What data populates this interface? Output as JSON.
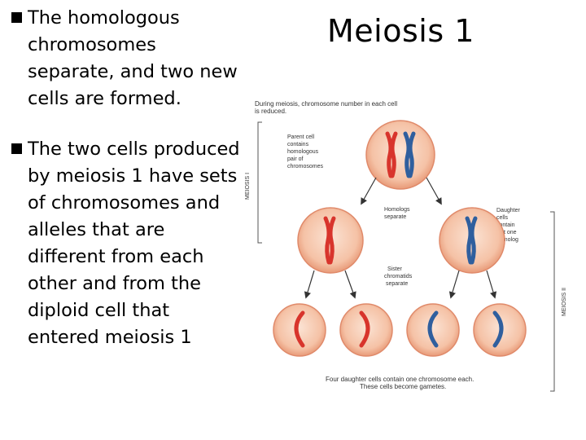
{
  "title": "Meiosis 1",
  "bullets": [
    "The homologous chromosomes separate, and two new cells are formed.",
    "The two cells produced by meiosis 1 have sets of chromosomes and alleles that are different from each other and from the diploid cell that entered meiosis 1"
  ],
  "figure": {
    "caption_top": [
      "During meiosis, chromosome number in each cell",
      "is reduced."
    ],
    "parent_label": [
      "Parent cell",
      "contains",
      "homologous",
      "pair of",
      "chromosomes"
    ],
    "meiosis_1_label": "MEIOSIS I",
    "meiosis_2_label": "MEIOSIS II",
    "homologs_label": [
      "Homologs",
      "separate"
    ],
    "daughter_label": [
      "Daughter",
      "cells",
      "contain",
      "just one",
      "homolog"
    ],
    "sister_label": [
      "Sister",
      "chromatids",
      "separate"
    ],
    "caption_bottom": [
      "Four daughter cells contain one chromosome each.",
      "These cells become gametes."
    ]
  },
  "colors": {
    "cell_fill": "#f6c7ad",
    "cell_outline": "#e08a6a",
    "chromosome_red": "#d8342c",
    "chromosome_blue": "#2f5f9e"
  }
}
